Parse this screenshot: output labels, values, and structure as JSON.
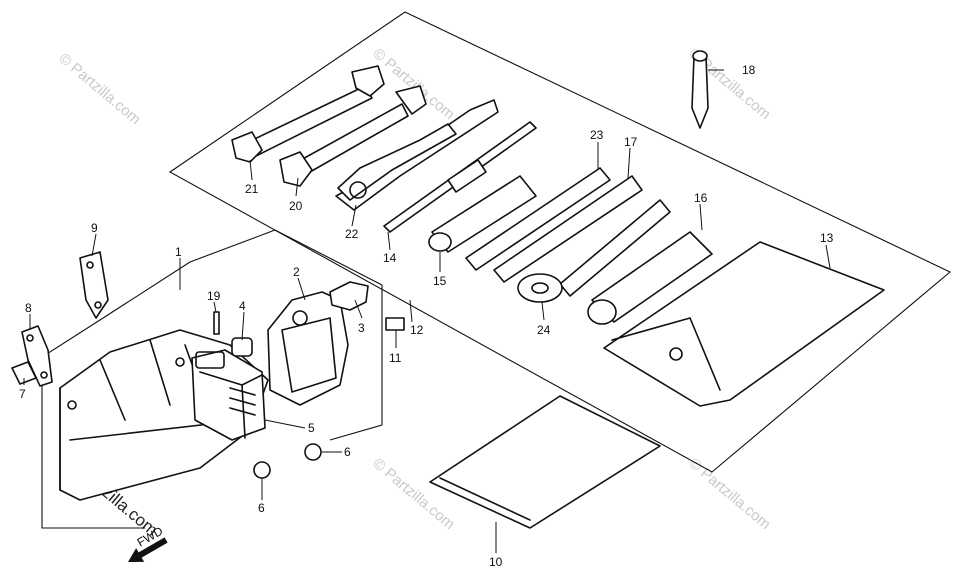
{
  "watermark": {
    "text": "© Partzilla.com",
    "main_text": "© Partzilla.com"
  },
  "direction_marker": {
    "label": "FWD"
  },
  "callouts": [
    {
      "id": "c1",
      "number": "1"
    },
    {
      "id": "c2",
      "number": "2"
    },
    {
      "id": "c3",
      "number": "3"
    },
    {
      "id": "c4",
      "number": "4"
    },
    {
      "id": "c5",
      "number": "5"
    },
    {
      "id": "c6a",
      "number": "6"
    },
    {
      "id": "c6b",
      "number": "6"
    },
    {
      "id": "c7",
      "number": "7"
    },
    {
      "id": "c8",
      "number": "8"
    },
    {
      "id": "c9",
      "number": "9"
    },
    {
      "id": "c10",
      "number": "10"
    },
    {
      "id": "c11",
      "number": "11"
    },
    {
      "id": "c12",
      "number": "12"
    },
    {
      "id": "c13",
      "number": "13"
    },
    {
      "id": "c14",
      "number": "14"
    },
    {
      "id": "c15",
      "number": "15"
    },
    {
      "id": "c16",
      "number": "16"
    },
    {
      "id": "c17",
      "number": "17"
    },
    {
      "id": "c18",
      "number": "18"
    },
    {
      "id": "c19",
      "number": "19"
    },
    {
      "id": "c20",
      "number": "20"
    },
    {
      "id": "c21",
      "number": "21"
    },
    {
      "id": "c22",
      "number": "22"
    },
    {
      "id": "c23",
      "number": "23"
    },
    {
      "id": "c24",
      "number": "24"
    }
  ]
}
